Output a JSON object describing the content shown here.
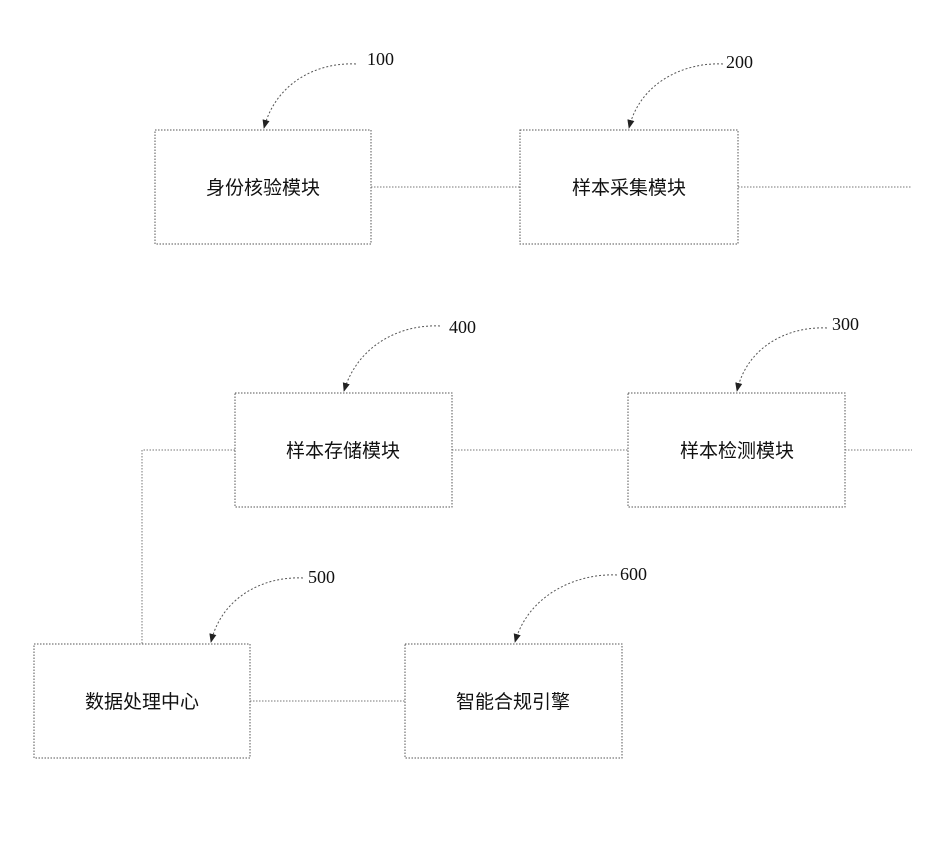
{
  "modules": [
    {
      "key": "identity",
      "ref": "100",
      "label": "身份核验模块"
    },
    {
      "key": "collect",
      "ref": "200",
      "label": "样本采集模块"
    },
    {
      "key": "detect",
      "ref": "300",
      "label": "样本检测模块"
    },
    {
      "key": "storage",
      "ref": "400",
      "label": "样本存储模块"
    },
    {
      "key": "process",
      "ref": "500",
      "label": "数据处理中心"
    },
    {
      "key": "engine",
      "ref": "600",
      "label": "智能合规引擎"
    }
  ]
}
